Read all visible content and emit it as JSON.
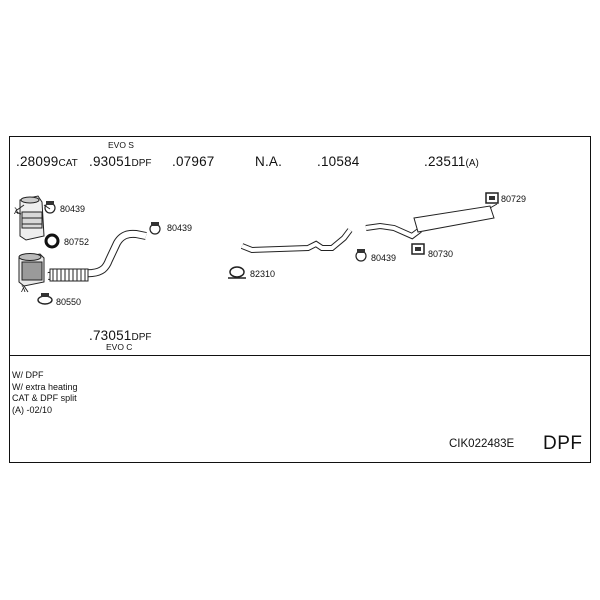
{
  "parts": {
    "p1": {
      "number": ".28099",
      "suffix": "CAT",
      "note": ""
    },
    "p2": {
      "number": ".93051",
      "suffix": "DPF",
      "note": "EVO S"
    },
    "p3": {
      "number": ".07967",
      "suffix": "",
      "note": ""
    },
    "p4": {
      "number": "N.A.",
      "suffix": "",
      "note": ""
    },
    "p5": {
      "number": ".10584",
      "suffix": "",
      "note": ""
    },
    "p6": {
      "number": ".23511",
      "suffix": "(A)",
      "note": ""
    },
    "p7": {
      "number": ".73051",
      "suffix": "DPF",
      "note": "EVO C"
    }
  },
  "fittings": {
    "f1": "80439",
    "f2": "80752",
    "f3": "80550",
    "f4": "80439",
    "f5": "82310",
    "f6": "80439",
    "f7": "80730",
    "f8": "80729"
  },
  "notes": [
    "W/ DPF",
    "W/ extra heating",
    "CAT & DPF split",
    "(A) -02/10"
  ],
  "code": "CIK022483E",
  "badge": "DPF",
  "sensor_symbol": "λ"
}
